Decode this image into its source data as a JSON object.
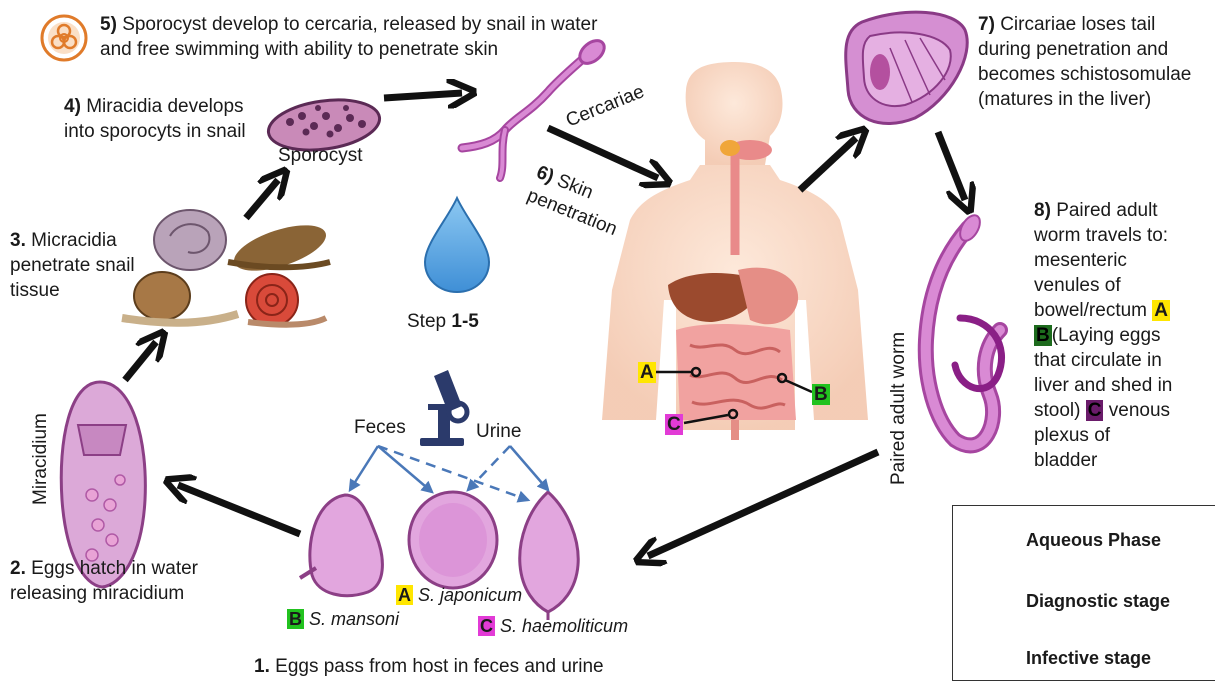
{
  "steps": {
    "s1": {
      "num": "1.",
      "text": "Eggs pass from host in feces and urine"
    },
    "s2": {
      "num": "2.",
      "line1": "Eggs hatch in water",
      "line2": "releasing miracidium"
    },
    "s3": {
      "num": "3.",
      "line1": "Micracidia",
      "line2": "penetrate snail",
      "line3": "tissue"
    },
    "s4": {
      "num": "4)",
      "line1": "Miracidia develops",
      "line2": "into sporocyts in snail"
    },
    "s5": {
      "num": "5)",
      "line1": "Sporocyst develop to cercaria, released by snail in water",
      "line2": "and free swimming with ability to penetrate skin"
    },
    "s6": {
      "num": "6)",
      "line1": "Skin",
      "line2": "penetration"
    },
    "s7": {
      "num": "7)",
      "line1": "Circariae loses tail",
      "line2": "during penetration and",
      "line3": "becomes schistosomulae",
      "line4": "(matures in the liver)"
    },
    "s8": {
      "num": "8)",
      "line1": "Paired adult",
      "line2": "worm travels to:",
      "line3": "mesenteric",
      "line4": "venules of",
      "line5": "bowel/rectum",
      "markA": "A",
      "markB": "B",
      "line6b": "(Laying eggs",
      "line7": "that circulate in",
      "line8": "liver and shed in",
      "line9a": "stool)",
      "markC": "C",
      "line9b": "venous",
      "line10": "plexus of",
      "line11": "bladder"
    }
  },
  "labels": {
    "sporocyst": "Sporocyst",
    "cercariae": "Cercariae",
    "miracidium": "Miracidium",
    "paired_adult_worm": "Paired adult worm",
    "step_label": "Step",
    "step_range": "1-5",
    "feces": "Feces",
    "urine": "Urine",
    "mansoni_mark": "B",
    "mansoni": "S. mansoni",
    "japonicum_mark": "A",
    "japonicum": "S. japonicum",
    "haem_mark": "C",
    "haem": "S. haemoliticum",
    "body_A": "A",
    "body_B": "B",
    "body_C": "C"
  },
  "legend": [
    {
      "icon": "water-drop-icon",
      "label": "Aqueous Phase"
    },
    {
      "icon": "microscope-icon",
      "label": "Diagnostic stage"
    },
    {
      "icon": "biohazard-icon",
      "label": "Infective stage"
    }
  ],
  "colors": {
    "worm": "#c65fc0",
    "arrow": "#111111",
    "water": "#5aa9e6",
    "biohazard": "#e07b2a",
    "microscope": "#2b3a6b"
  }
}
